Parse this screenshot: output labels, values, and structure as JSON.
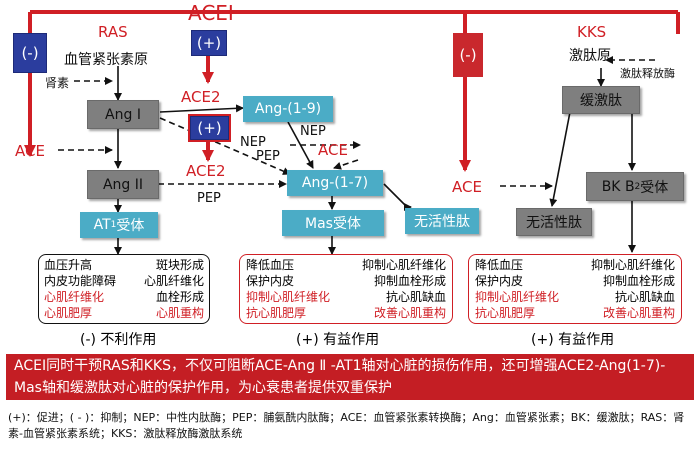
{
  "title": "ACEI",
  "ras_label": "RAS",
  "kks_label": "KKS",
  "signs": {
    "minus": "(-)",
    "plus": "(+)"
  },
  "nodes": {
    "angiotensinogen": "血管紧张素原",
    "renin": "肾素",
    "ang1": "Ang I",
    "ang2": "Ang II",
    "at1": "AT",
    "at1_sub": "1",
    "at1_tail": "受体",
    "ang19": "Ang-(1-9)",
    "ang17": "Ang-(1-7)",
    "mas": "Mas受体",
    "inactive1": "无活性肽",
    "kininogen": "激肽原",
    "kallikrein": "激肽释放酶",
    "bradykinin": "缓激肽",
    "inactive2": "无活性肽",
    "bk2": "BK B",
    "bk2_sub": "2",
    "bk2_tail": "受体"
  },
  "enzymes": {
    "ace_left": "ACE",
    "ace2_top": "ACE2",
    "ace2_mid": "ACE2",
    "nep1": "NEP",
    "pep1": "PEP",
    "pep2": "PEP",
    "ace_mid": "ACE",
    "ace_right": "ACE"
  },
  "effects": {
    "left": {
      "rows": [
        [
          {
            "t": "血压升高",
            "r": false
          },
          {
            "t": "斑块形成",
            "r": false
          }
        ],
        [
          {
            "t": "内皮功能障碍",
            "r": false
          },
          {
            "t": "心肌纤维化",
            "r": false
          }
        ],
        [
          {
            "t": "心肌纤维化",
            "r": true
          },
          {
            "t": "血栓形成",
            "r": false
          }
        ],
        [
          {
            "t": "心肌肥厚",
            "r": true
          },
          {
            "t": "心肌重构",
            "r": true
          }
        ]
      ],
      "caption": "(-) 不利作用"
    },
    "middle": {
      "rows": [
        [
          {
            "t": "降低血压",
            "r": false
          },
          {
            "t": "抑制心肌纤维化",
            "r": false
          }
        ],
        [
          {
            "t": "保护内皮",
            "r": false
          },
          {
            "t": "抑制血栓形成",
            "r": false
          }
        ],
        [
          {
            "t": "抑制心肌纤维化",
            "r": true
          },
          {
            "t": "抗心肌缺血",
            "r": false
          }
        ],
        [
          {
            "t": "抗心肌肥厚",
            "r": true
          },
          {
            "t": "改善心肌重构",
            "r": true
          }
        ]
      ],
      "caption": "(+) 有益作用"
    },
    "right": {
      "rows": [
        [
          {
            "t": "降低血压",
            "r": false
          },
          {
            "t": "抑制心肌纤维化",
            "r": false
          }
        ],
        [
          {
            "t": "保护内皮",
            "r": false
          },
          {
            "t": "抑制血栓形成",
            "r": false
          }
        ],
        [
          {
            "t": "抑制心肌纤维化",
            "r": true
          },
          {
            "t": "抗心肌缺血",
            "r": false
          }
        ],
        [
          {
            "t": "抗心肌肥厚",
            "r": true
          },
          {
            "t": "改善心肌重构",
            "r": true
          }
        ]
      ],
      "caption": "(+) 有益作用"
    }
  },
  "banner": "ACEI同时干预RAS和KKS，不仅可阻断ACE-Ang Ⅱ -AT1轴对心脏的损伤作用，还可增强ACE2-Ang(1-7)-Mas轴和缓激肽对心脏的保护作用，为心衰患者提供双重保护",
  "footnote": "(+)：促进；( - )：抑制；NEP：中性内肽酶；PEP：脯氨酰内肽酶；ACE：血管紧张素转换酶；Ang：血管紧张素；BK：缓激肽；RAS：肾素-血管紧张素系统；KKS：激肽释放酶激肽系统",
  "colors": {
    "red": "#d01f25",
    "navy": "#2b3d9e",
    "gray": "#7f7f7f",
    "teal": "#4bacc6",
    "banner": "#c41e24"
  }
}
